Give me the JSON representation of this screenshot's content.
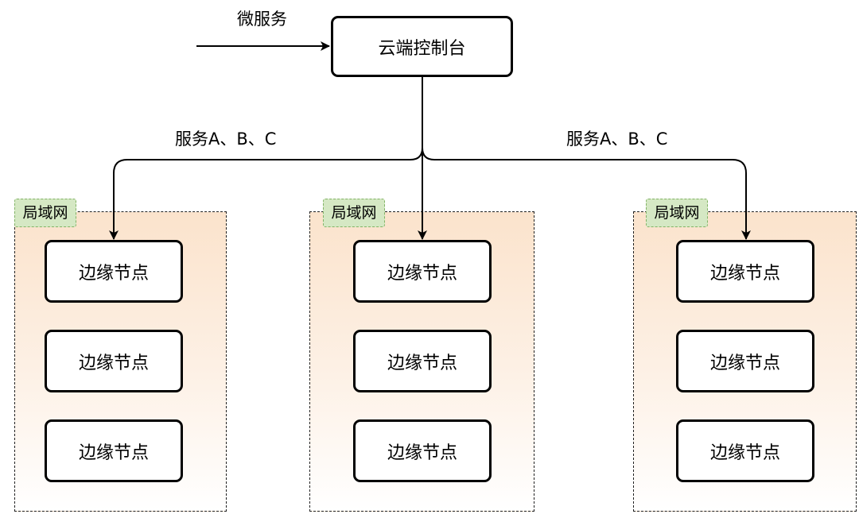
{
  "incoming_label": "微服务",
  "console": {
    "label": "云端控制台"
  },
  "branch_labels": [
    "服务A、B、C",
    "服务A、B、C"
  ],
  "lans": [
    {
      "tag": "局域网",
      "nodes": [
        "边缘节点",
        "边缘节点",
        "边缘节点"
      ]
    },
    {
      "tag": "局域网",
      "nodes": [
        "边缘节点",
        "边缘节点",
        "边缘节点"
      ]
    },
    {
      "tag": "局域网",
      "nodes": [
        "边缘节点",
        "边缘节点",
        "边缘节点"
      ]
    }
  ]
}
